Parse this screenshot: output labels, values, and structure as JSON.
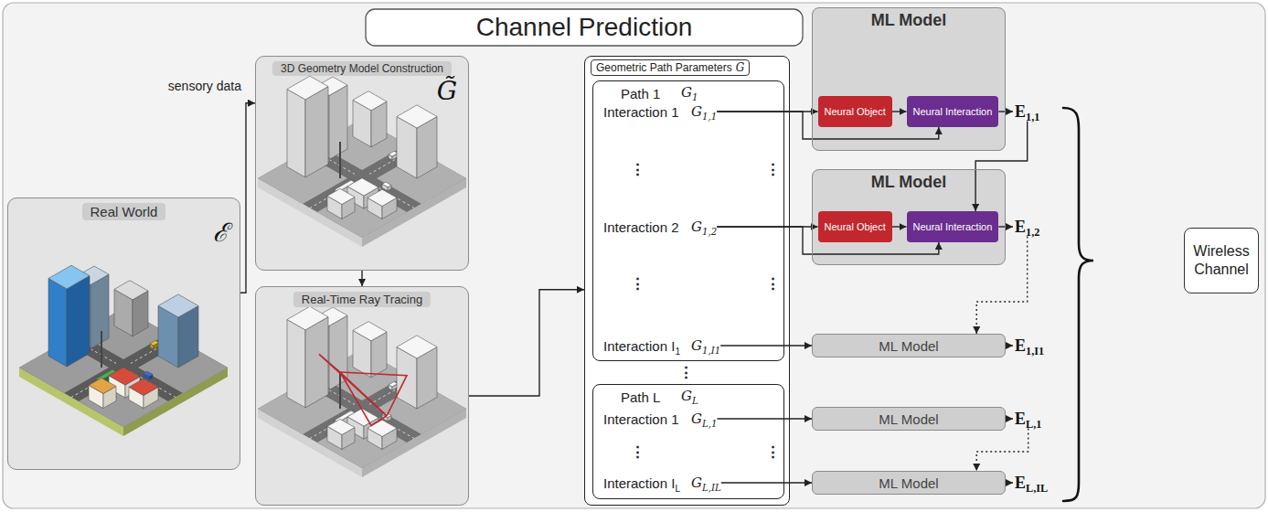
{
  "diagram": {
    "title": "Channel Prediction",
    "nodes": [
      {
        "text": [
          "Real World",
          "ℰ"
        ]
      },
      {
        "text": [
          "3D Geometry Model Construction",
          "G̃"
        ]
      },
      {
        "text": [
          "Real-Time Ray Tracing"
        ]
      },
      {
        "text": [
          "Geometric Path Parameters",
          "G"
        ]
      },
      {
        "text": [
          "Path 1",
          "G1"
        ],
        "in": 3
      },
      {
        "text": [
          "Interaction 1",
          "G1,1"
        ],
        "in": 4
      },
      {
        "text": [
          "Interaction 2",
          "G1,2"
        ],
        "in": 4
      },
      {
        "text": [
          "Interaction I1",
          "G1,I1"
        ],
        "in": 4
      },
      {
        "text": [
          "Path L",
          "GL"
        ],
        "in": 3
      },
      {
        "text": [
          "Interaction 1",
          "GL,1"
        ],
        "in": 8
      },
      {
        "text": [
          "Interaction IL",
          "GL,IL"
        ],
        "in": 8
      },
      {
        "text": [
          "ML Model"
        ]
      },
      {
        "text": [
          "Neural Object"
        ],
        "in": 11
      },
      {
        "text": [
          "Neural Interaction"
        ],
        "in": 11
      },
      {
        "text": [
          "E1,1"
        ]
      },
      {
        "text": [
          "ML Model"
        ]
      },
      {
        "text": [
          "Neural Object"
        ],
        "in": 15
      },
      {
        "text": [
          "Neural Interaction"
        ],
        "in": 15
      },
      {
        "text": [
          "E1,2"
        ]
      },
      {
        "text": [
          "ML Model"
        ]
      },
      {
        "text": [
          "E1,I1"
        ]
      },
      {
        "text": [
          "ML Model"
        ]
      },
      {
        "text": [
          "EL,1"
        ]
      },
      {
        "text": [
          "ML Model"
        ]
      },
      {
        "text": [
          "EL,IL"
        ]
      },
      {
        "text": [
          "Wireless Channel"
        ]
      }
    ],
    "edges": [
      {
        "from": 0,
        "to": 1,
        "arrow": "to",
        "label": "sensory data"
      },
      {
        "from": 1,
        "to": 2,
        "arrow": "to"
      },
      {
        "from": 2,
        "to": 3,
        "arrow": "to"
      },
      {
        "from": 5,
        "to": 12,
        "arrow": "to"
      },
      {
        "from": 5,
        "to": 13,
        "arrow": "to"
      },
      {
        "from": 12,
        "to": 13,
        "arrow": "to"
      },
      {
        "from": 13,
        "to": 14,
        "arrow": "to"
      },
      {
        "from": 14,
        "to": 17,
        "arrow": "to"
      },
      {
        "from": 6,
        "to": 16,
        "arrow": "to"
      },
      {
        "from": 6,
        "to": 17,
        "arrow": "to"
      },
      {
        "from": 16,
        "to": 17,
        "arrow": "to"
      },
      {
        "from": 17,
        "to": 18,
        "arrow": "to"
      },
      {
        "from": 18,
        "to": 19,
        "arrow": "to"
      },
      {
        "from": 7,
        "to": 19,
        "arrow": "to"
      },
      {
        "from": 19,
        "to": 20,
        "arrow": "to"
      },
      {
        "from": 9,
        "to": 21,
        "arrow": "to"
      },
      {
        "from": 21,
        "to": 22,
        "arrow": "to"
      },
      {
        "from": 22,
        "to": 23,
        "arrow": "to"
      },
      {
        "from": 10,
        "to": 23,
        "arrow": "to"
      },
      {
        "from": 23,
        "to": 24,
        "arrow": "to"
      }
    ],
    "labels": [
      "⋮",
      "⋮",
      "⋮",
      "⋮",
      "⋮",
      "⋮",
      "⋮"
    ]
  }
}
